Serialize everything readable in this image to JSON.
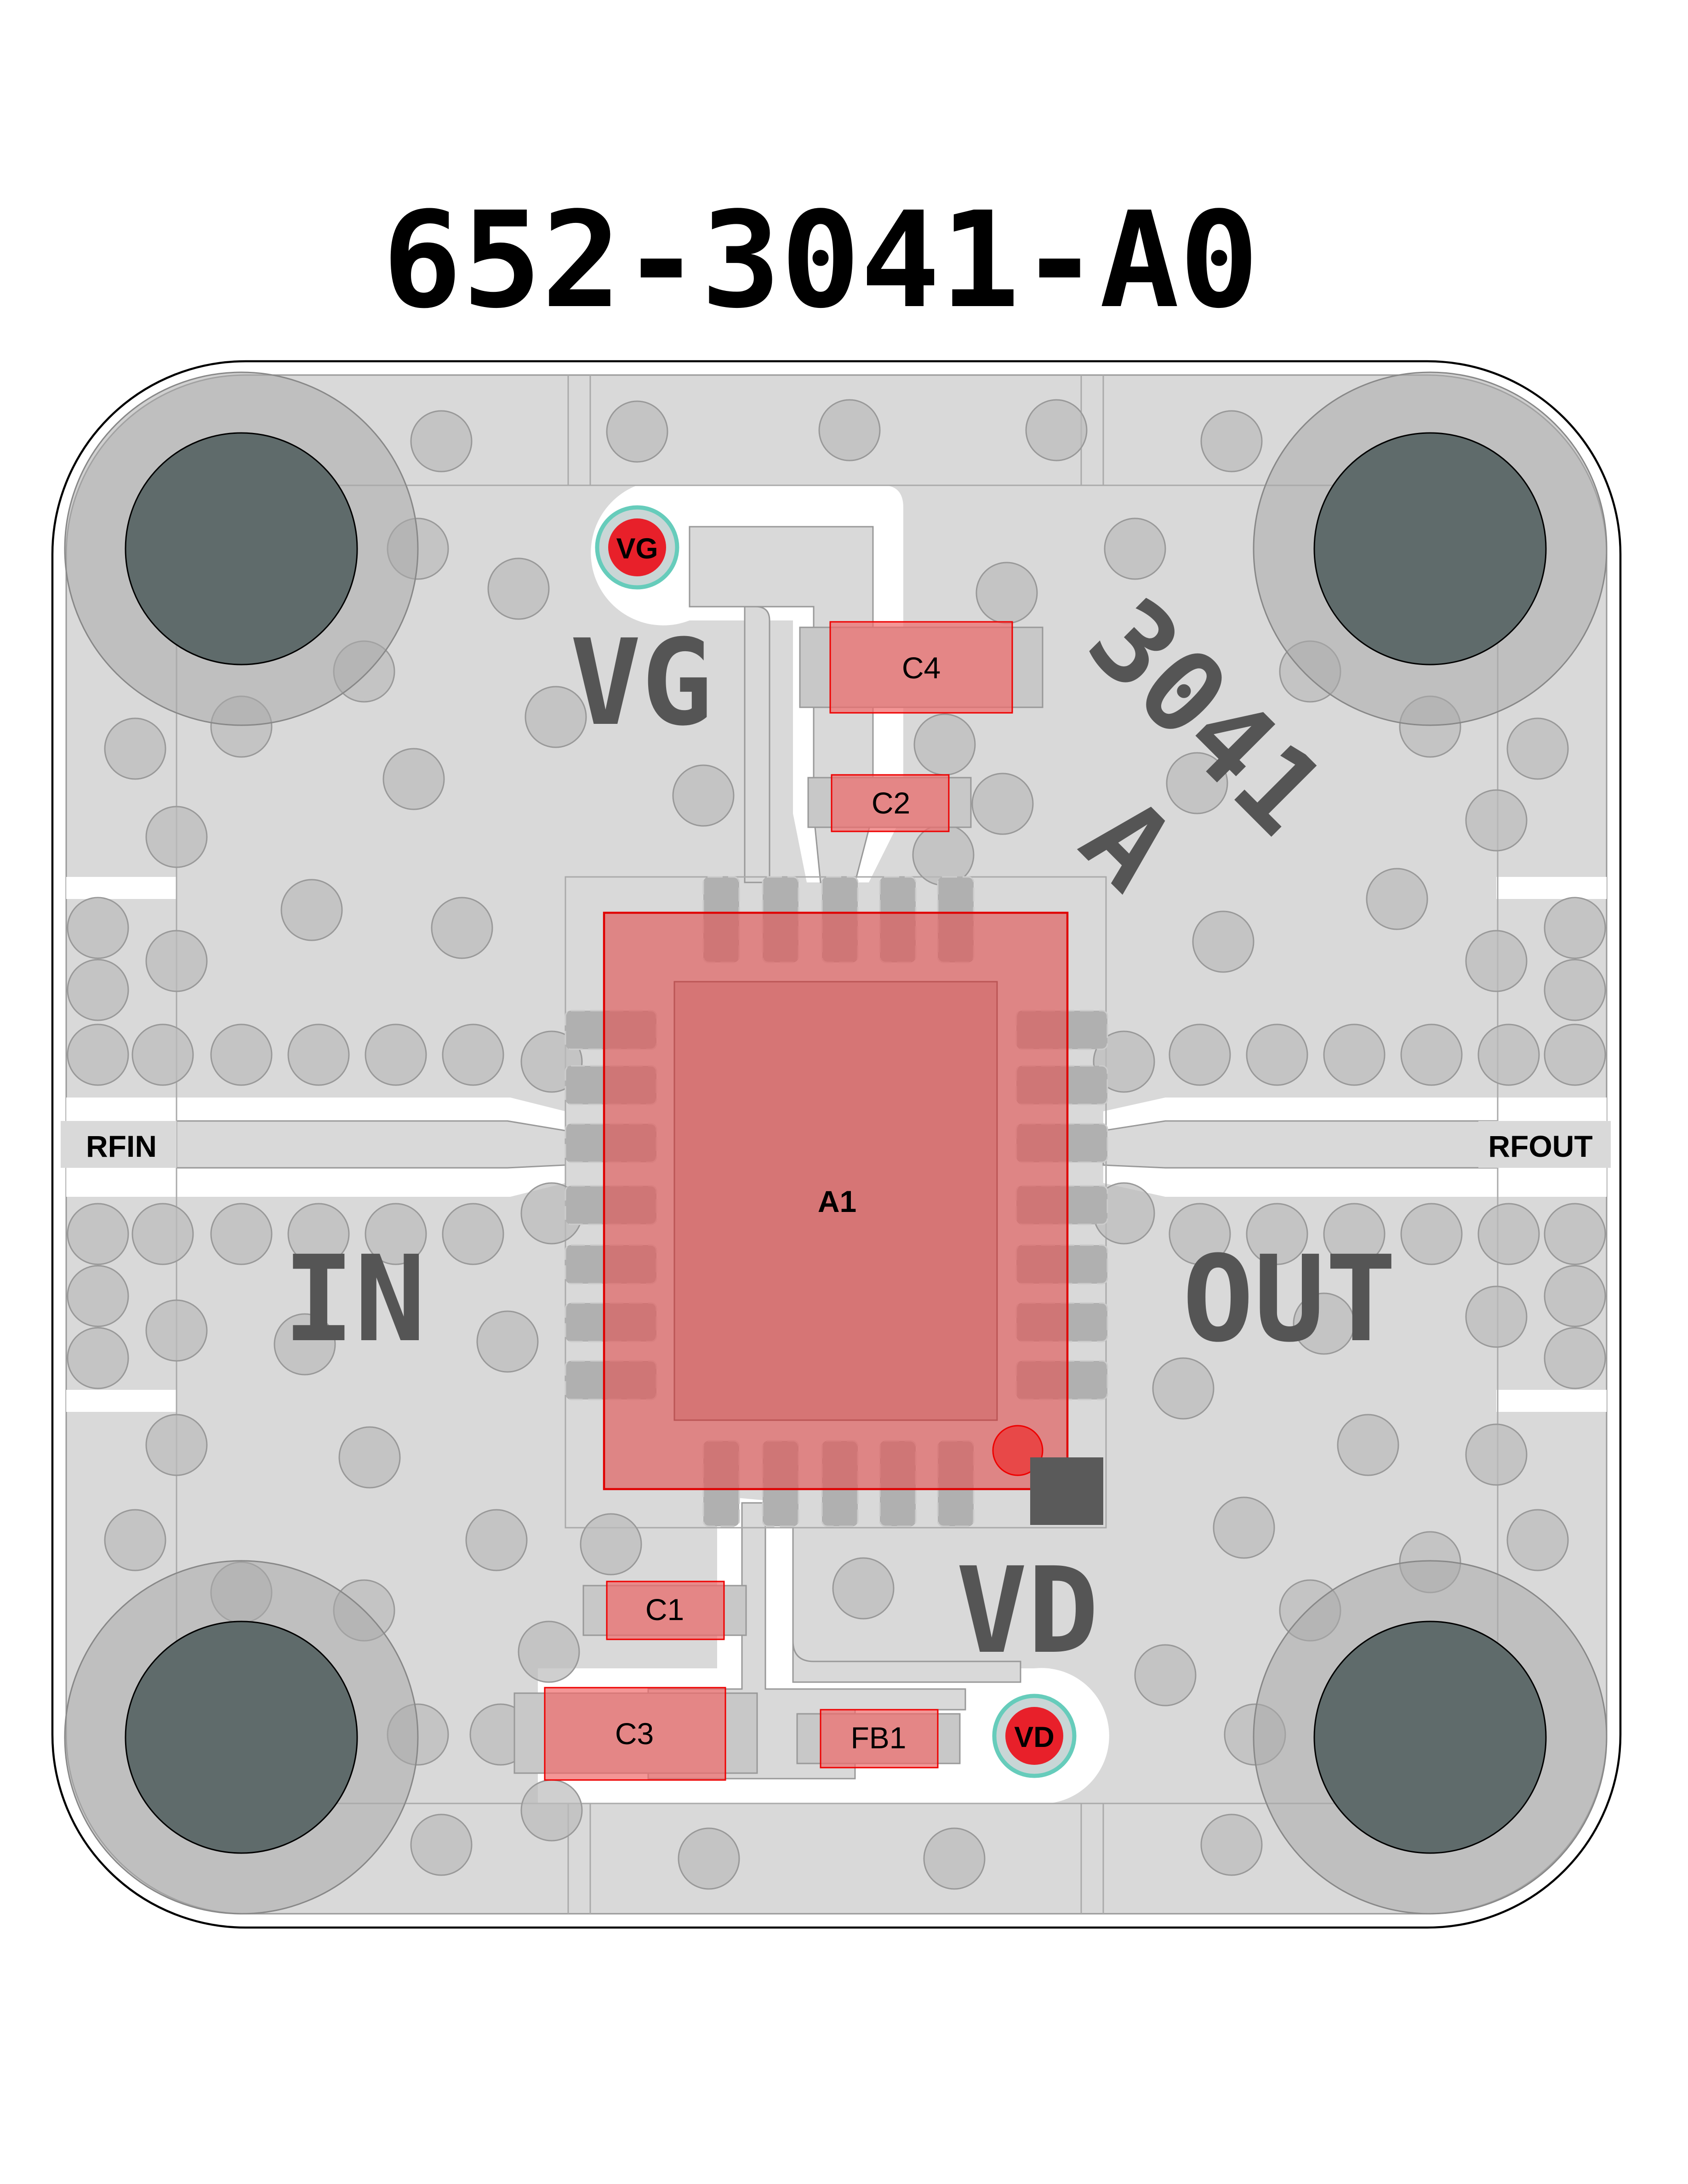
{
  "title": "652-3041-A0",
  "silkscreen": {
    "vg": "VG",
    "in": "IN",
    "out": "OUT",
    "vd": "VD",
    "part_number": "3041",
    "revision": "A"
  },
  "ports": {
    "rfin": "RFIN",
    "rfout": "RFOUT",
    "vg_pad": "VG",
    "vd_pad": "VD"
  },
  "components": {
    "a1": "A1",
    "c1": "C1",
    "c2": "C2",
    "c3": "C3",
    "c4": "C4",
    "fb1": "FB1"
  },
  "colors": {
    "copper": "#d9d9d9",
    "component": "#e06060",
    "pad_red": "#e8202a",
    "mount_hole": "#5f6b6b"
  }
}
